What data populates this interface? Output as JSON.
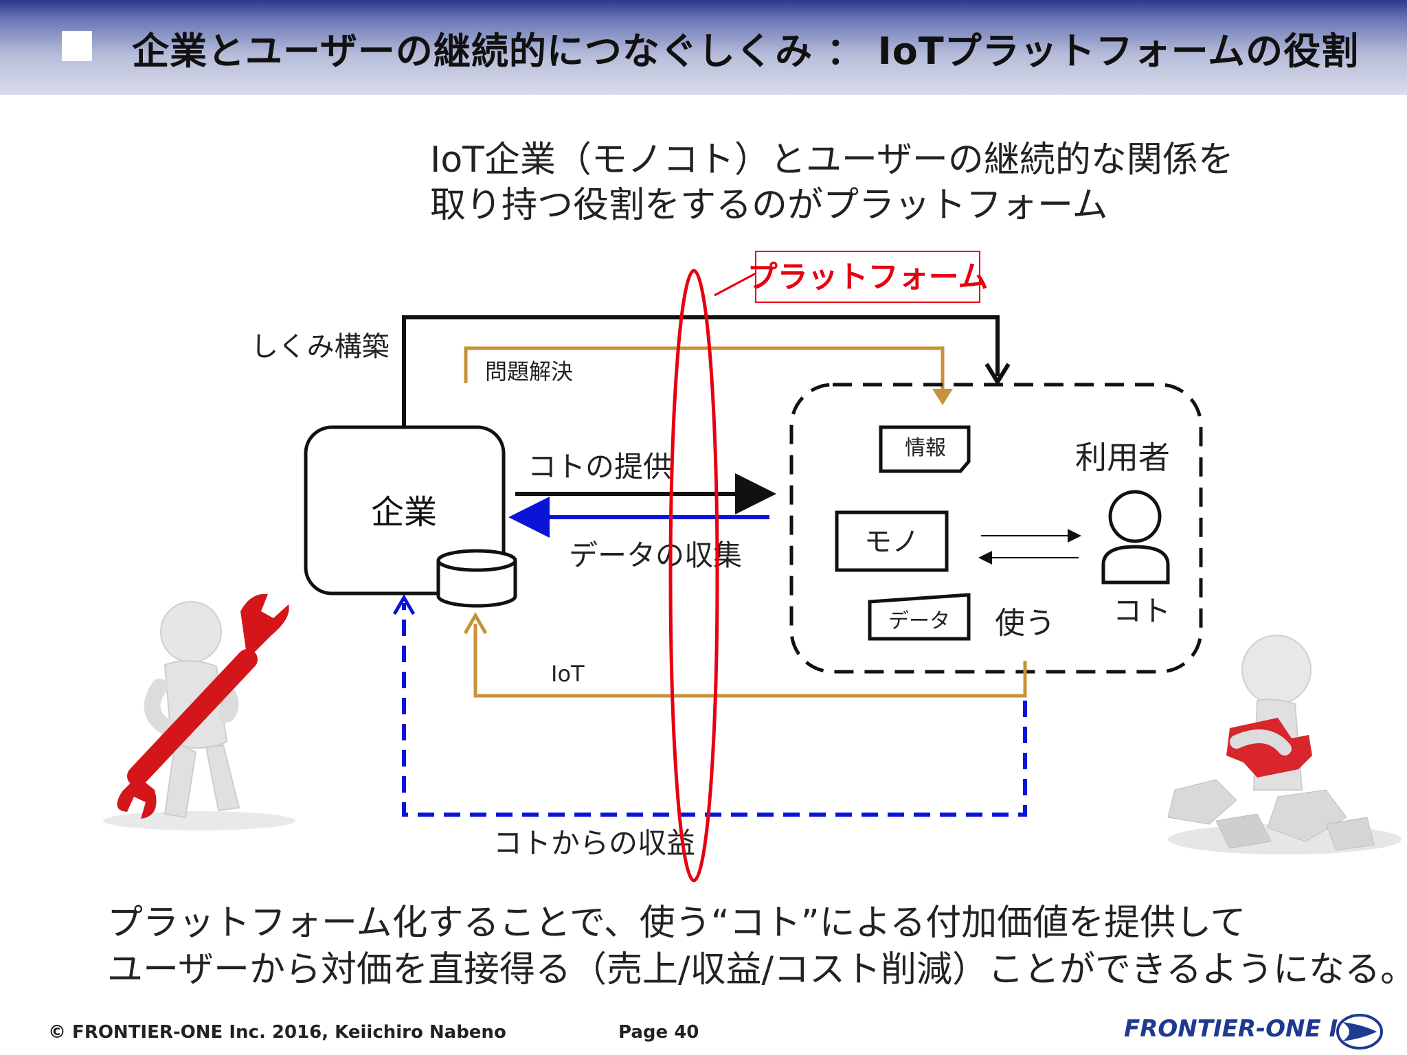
{
  "header": {
    "title": "企業とユーザーの継続的につなぐしくみ ： IoTプラットフォームの役割"
  },
  "intro": {
    "line1": "IoT企業（モノコト）とユーザーの継続的な関係を",
    "line2": "取り持つ役割をするのがプラットフォーム"
  },
  "diagram": {
    "platform_label": "プラットフォーム",
    "label_shikumi": "しくみ構築",
    "label_mondai": "問題解決",
    "label_kigyo": "企業",
    "label_koto_teikyo": "コトの提供",
    "label_data_shushu": "データの収集",
    "label_iot": "IoT",
    "label_koto_shueki": "コトからの収益",
    "label_joho": "情報",
    "label_mono": "モノ",
    "label_data": "データ",
    "label_riyosha": "利用者",
    "label_tsukau": "使う",
    "label_koto": "コト"
  },
  "conclusion": {
    "line1": "プラットフォーム化することで、使う“コト”による付加価値を提供して",
    "line2": "ユーザーから対価を直接得る（売上/収益/コスト削減）ことができるようになる。"
  },
  "footer": {
    "copyright": "© FRONTIER-ONE Inc. 2016,  Keiichiro  Nabeno",
    "page": "Page 40",
    "brand": "FRONTIER-ONE Inc."
  },
  "colors": {
    "platform_red": "#e60012",
    "gold": "#c8923a",
    "blue": "#0a14d8",
    "header_navy": "#2b3a8c"
  }
}
